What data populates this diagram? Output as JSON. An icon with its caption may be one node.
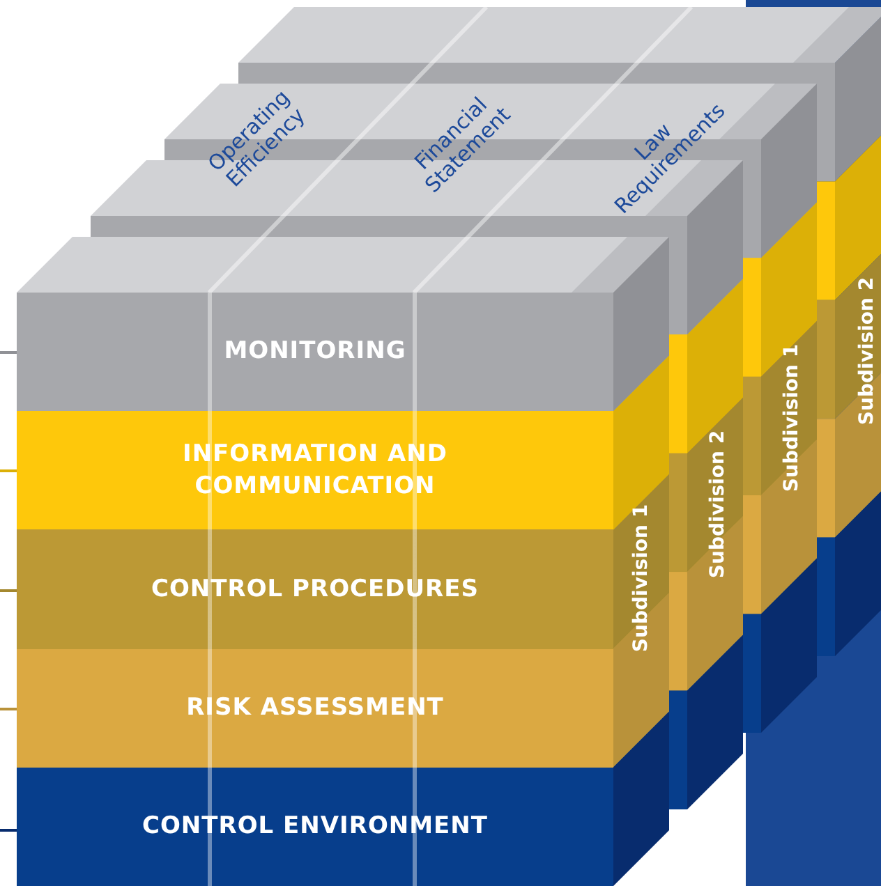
{
  "diagram": {
    "nodes": [
      {
        "text": [
          "MONITORING"
        ]
      },
      {
        "text": [
          "INFORMATION AND COMMUNICATION"
        ]
      },
      {
        "text": [
          "CONTROL PROCEDURES"
        ]
      },
      {
        "text": [
          "RISK ASSESSMENT"
        ]
      },
      {
        "text": [
          "CONTROL ENVIRONMENT"
        ]
      }
    ],
    "edges": [],
    "labels": [
      "Operating Efficiency",
      "Financial Statement",
      "Law Requirements",
      "Subdivision 1",
      "Subdivision 2",
      "Subdivision 1",
      "Subdivision 2"
    ]
  }
}
